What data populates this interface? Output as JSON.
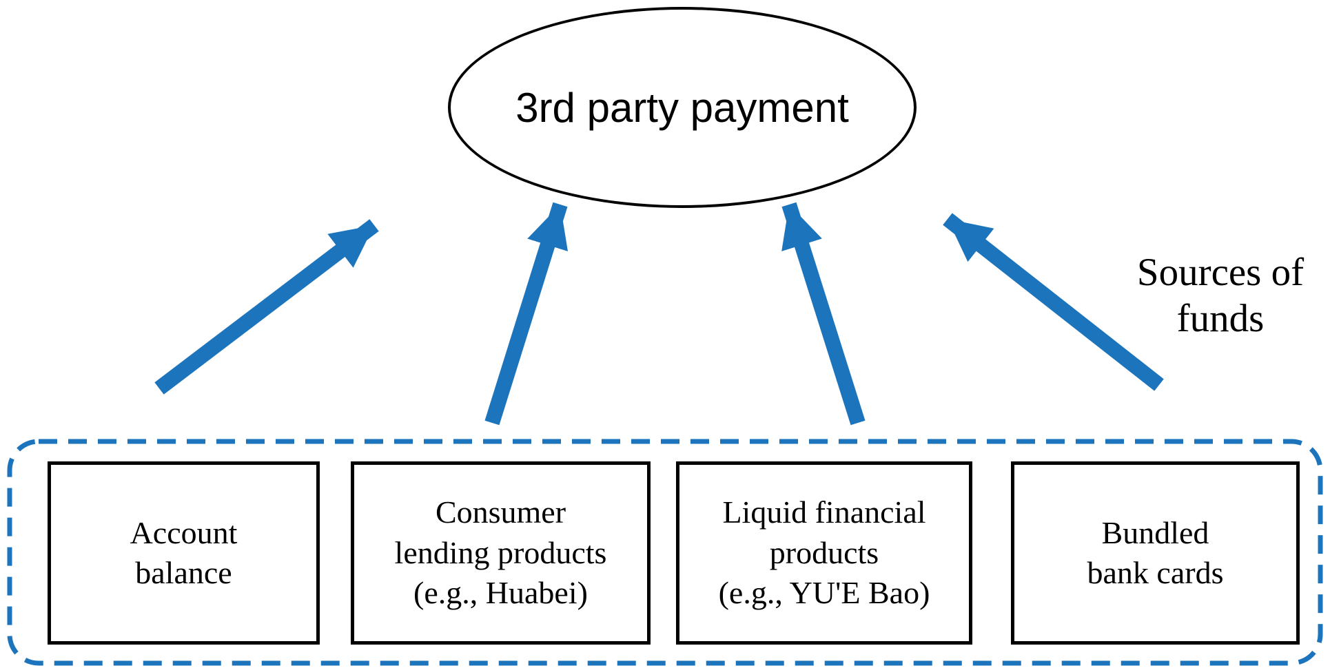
{
  "diagram": {
    "ellipse": {
      "label": "3rd party payment"
    },
    "side_label": {
      "line1": "Sources of",
      "line2": "funds"
    },
    "boxes": [
      {
        "name": "account-balance",
        "lines": [
          "Account",
          "balance",
          ""
        ]
      },
      {
        "name": "consumer-lending",
        "lines": [
          "Consumer",
          "lending products",
          "(e.g., Huabei)"
        ]
      },
      {
        "name": "liquid-financial",
        "lines": [
          "Liquid financial",
          "products",
          "(e.g., YU'E Bao)"
        ]
      },
      {
        "name": "bundled-bank-cards",
        "lines": [
          "Bundled",
          "bank cards",
          ""
        ]
      }
    ],
    "colors": {
      "arrow": "#1c75bc",
      "container_border": "#1c75bc",
      "box_border": "#000000",
      "ellipse_border": "#000000"
    }
  }
}
